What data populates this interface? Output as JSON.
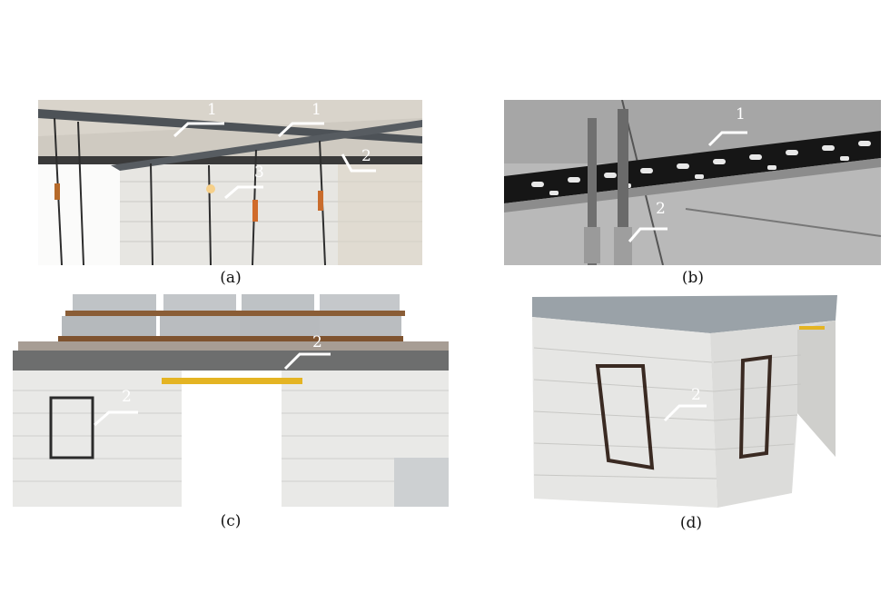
{
  "panels": [
    {
      "caption": "(a)",
      "caption_letter": "a"
    },
    {
      "caption": "(b)",
      "caption_letter": "b"
    },
    {
      "caption": "(c)",
      "caption_letter": "c"
    },
    {
      "caption": "(d)",
      "caption_letter": "d"
    }
  ],
  "callouts": {
    "a": [
      "1",
      "1",
      "2",
      "3"
    ],
    "b": [
      "1",
      "2"
    ],
    "c": [
      "2",
      "2"
    ],
    "d": [
      "2"
    ]
  },
  "colors": {
    "concrete": "#d9d6cf",
    "block": "#e6e6e3",
    "rail": "#3c3f44",
    "yellow_beam": "#e4b423"
  }
}
